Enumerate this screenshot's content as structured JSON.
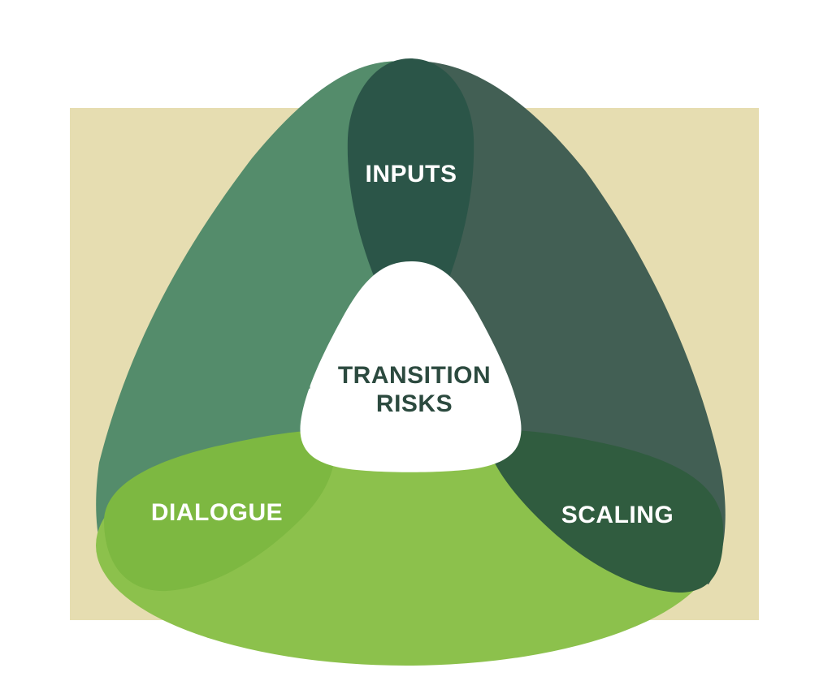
{
  "diagram": {
    "center_lines": [
      "TRANSITION",
      "RISKS"
    ],
    "petals": [
      {
        "id": "inputs",
        "label": "INPUTS"
      },
      {
        "id": "dialogue",
        "label": "DIALOGUE"
      },
      {
        "id": "scaling",
        "label": "SCALING"
      }
    ]
  },
  "colors": {
    "background_panel": "#e6ddb1",
    "left_region": "#548c6b",
    "right_region": "#425f54",
    "bottom_region": "#8cc14c",
    "inputs_overlap": "#2b5548",
    "dialogue_overlap": "#7db841",
    "scaling_overlap": "#305c3f",
    "center": "#ffffff",
    "center_text": "#2c4a3f",
    "petal_text": "#ffffff"
  }
}
